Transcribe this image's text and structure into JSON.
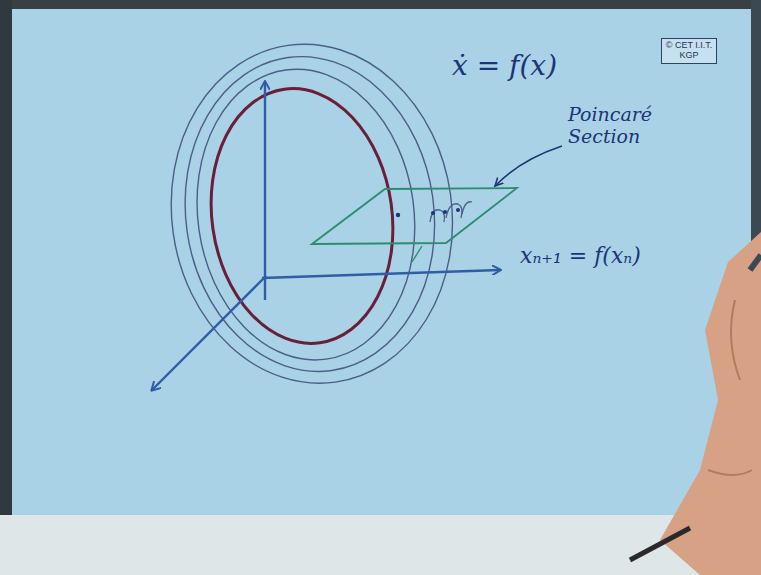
{
  "diagram": {
    "nodes": [
      {
        "text": [
          "© CET I.I.T. KGP"
        ]
      }
    ],
    "labels": [
      "ẋ = f(x)",
      "Poincaré Section",
      "xₙ₊₁ = f(xₙ)"
    ]
  }
}
